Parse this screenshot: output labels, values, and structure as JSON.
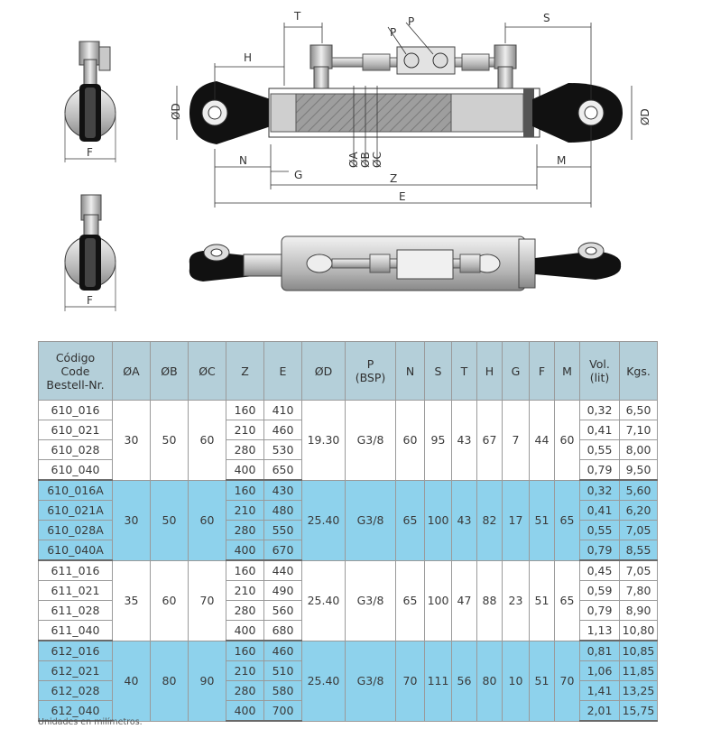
{
  "drawing": {
    "labels": {
      "T": "T",
      "P1": "P",
      "P2": "P",
      "S": "S",
      "H": "H",
      "D_left": "ØD",
      "D_right": "ØD",
      "A": "ØA",
      "B": "ØB",
      "C": "ØC",
      "N": "N",
      "G": "G",
      "Z": "Z",
      "E": "E",
      "M": "M",
      "F_top": "F",
      "F_bottom": "F"
    }
  },
  "table": {
    "headers": [
      "Código\nCode\nBestell-Nr.",
      "ØA",
      "ØB",
      "ØC",
      "Z",
      "E",
      "ØD",
      "P\n(BSP)",
      "N",
      "S",
      "T",
      "H",
      "G",
      "F",
      "M",
      "Vol.\n(lit)",
      "Kgs."
    ],
    "groups": [
      {
        "style": "white",
        "codes": [
          "610_016",
          "610_021",
          "610_028",
          "610_040"
        ],
        "a": "30",
        "b": "50",
        "c": "60",
        "z": [
          "160",
          "210",
          "280",
          "400"
        ],
        "e": [
          "410",
          "460",
          "530",
          "650"
        ],
        "d": "19.30",
        "p": "G3/8",
        "n": "60",
        "s": "95",
        "t": "43",
        "h": "67",
        "g": "7",
        "f": "44",
        "m": "60",
        "vol": [
          "0,32",
          "0,41",
          "0,55",
          "0,79"
        ],
        "kgs": [
          "6,50",
          "7,10",
          "8,00",
          "9,50"
        ]
      },
      {
        "style": "blue",
        "codes": [
          "610_016A",
          "610_021A",
          "610_028A",
          "610_040A"
        ],
        "a": "30",
        "b": "50",
        "c": "60",
        "z": [
          "160",
          "210",
          "280",
          "400"
        ],
        "e": [
          "430",
          "480",
          "550",
          "670"
        ],
        "d": "25.40",
        "p": "G3/8",
        "n": "65",
        "s": "100",
        "t": "43",
        "h": "82",
        "g": "17",
        "f": "51",
        "m": "65",
        "vol": [
          "0,32",
          "0,41",
          "0,55",
          "0,79"
        ],
        "kgs": [
          "5,60",
          "6,20",
          "7,05",
          "8,55"
        ]
      },
      {
        "style": "white",
        "codes": [
          "611_016",
          "611_021",
          "611_028",
          "611_040"
        ],
        "a": "35",
        "b": "60",
        "c": "70",
        "z": [
          "160",
          "210",
          "280",
          "400"
        ],
        "e": [
          "440",
          "490",
          "560",
          "680"
        ],
        "d": "25.40",
        "p": "G3/8",
        "n": "65",
        "s": "100",
        "t": "47",
        "h": "88",
        "g": "23",
        "f": "51",
        "m": "65",
        "vol": [
          "0,45",
          "0,59",
          "0,79",
          "1,13"
        ],
        "kgs": [
          "7,05",
          "7,80",
          "8,90",
          "10,80"
        ]
      },
      {
        "style": "blue",
        "codes": [
          "612_016",
          "612_021",
          "612_028",
          "612_040"
        ],
        "a": "40",
        "b": "80",
        "c": "90",
        "z": [
          "160",
          "210",
          "280",
          "400"
        ],
        "e": [
          "460",
          "510",
          "580",
          "700"
        ],
        "d": "25.40",
        "p": "G3/8",
        "n": "70",
        "s": "111",
        "t": "56",
        "h": "80",
        "g": "10",
        "f": "51",
        "m": "70",
        "vol": [
          "0,81",
          "1,06",
          "1,41",
          "2,01"
        ],
        "kgs": [
          "10,85",
          "11,85",
          "13,25",
          "15,75"
        ]
      }
    ]
  },
  "footnote": "Unidades en milímetros."
}
